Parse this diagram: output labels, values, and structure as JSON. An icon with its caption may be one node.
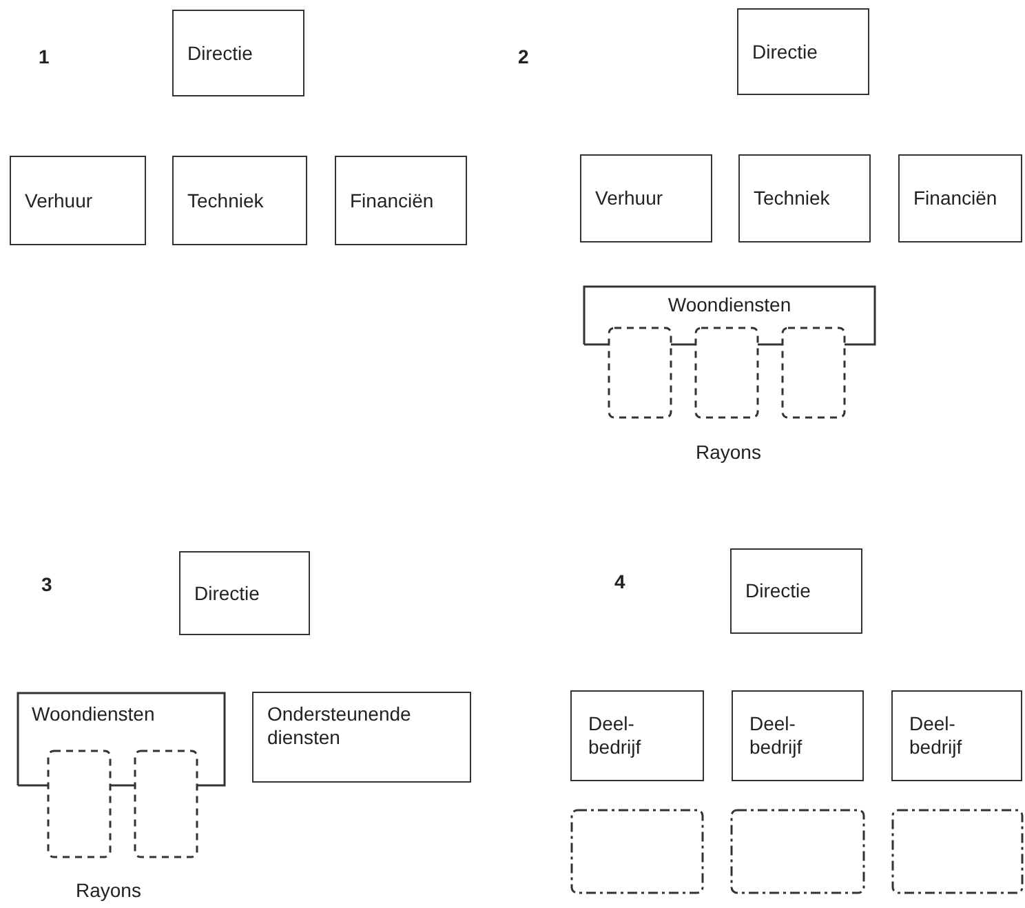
{
  "diagram": {
    "nodes": [
      {
        "text": [
          "Directie"
        ]
      },
      {
        "text": [
          "Verhuur"
        ]
      },
      {
        "text": [
          "Techniek"
        ]
      },
      {
        "text": [
          "Financiën"
        ]
      },
      {
        "text": [
          "Directie"
        ]
      },
      {
        "text": [
          "Verhuur"
        ]
      },
      {
        "text": [
          "Techniek"
        ]
      },
      {
        "text": [
          "Financiën"
        ]
      },
      {
        "text": [
          "Woondiensten"
        ]
      },
      {
        "text": [],
        "shape": "box"
      },
      {
        "text": [],
        "shape": "box"
      },
      {
        "text": [],
        "shape": "box"
      },
      {
        "text": [
          "Directie"
        ]
      },
      {
        "text": [
          "Woondiensten"
        ]
      },
      {
        "text": [
          "Ondersteunende diensten"
        ]
      },
      {
        "text": [],
        "shape": "box"
      },
      {
        "text": [],
        "shape": "box"
      },
      {
        "text": [
          "Directie"
        ]
      },
      {
        "text": [
          "Deel- bedrijf"
        ]
      },
      {
        "text": [
          "Deel- bedrijf"
        ]
      },
      {
        "text": [
          "Deel- bedrijf"
        ]
      },
      {
        "text": [],
        "shape": "box"
      },
      {
        "text": [],
        "shape": "box"
      },
      {
        "text": [],
        "shape": "box"
      }
    ],
    "labels": [
      "1",
      "2",
      "Rayons",
      "3",
      "4",
      "Rayons"
    ]
  }
}
